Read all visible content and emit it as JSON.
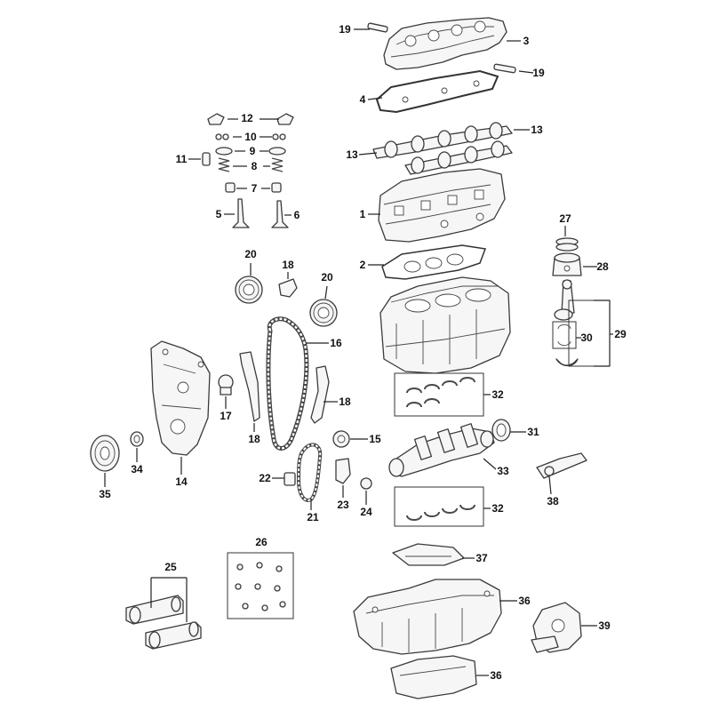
{
  "diagram": {
    "callouts": [
      {
        "id": "c19a",
        "text": "19"
      },
      {
        "id": "c3",
        "text": "3"
      },
      {
        "id": "c19b",
        "text": "19"
      },
      {
        "id": "c4",
        "text": "4"
      },
      {
        "id": "c13a",
        "text": "13"
      },
      {
        "id": "c13b",
        "text": "13"
      },
      {
        "id": "c1",
        "text": "1"
      },
      {
        "id": "c2",
        "text": "2"
      },
      {
        "id": "c12",
        "text": "12"
      },
      {
        "id": "c10",
        "text": "10"
      },
      {
        "id": "c9",
        "text": "9"
      },
      {
        "id": "c11",
        "text": "11"
      },
      {
        "id": "c8",
        "text": "8"
      },
      {
        "id": "c7",
        "text": "7"
      },
      {
        "id": "c5",
        "text": "5"
      },
      {
        "id": "c6",
        "text": "6"
      },
      {
        "id": "c20a",
        "text": "20"
      },
      {
        "id": "c18a",
        "text": "18"
      },
      {
        "id": "c20b",
        "text": "20"
      },
      {
        "id": "c16",
        "text": "16"
      },
      {
        "id": "c27",
        "text": "27"
      },
      {
        "id": "c28",
        "text": "28"
      },
      {
        "id": "c29",
        "text": "29"
      },
      {
        "id": "c30",
        "text": "30"
      },
      {
        "id": "c32a",
        "text": "32"
      },
      {
        "id": "c31",
        "text": "31"
      },
      {
        "id": "c17",
        "text": "17"
      },
      {
        "id": "c18b",
        "text": "18"
      },
      {
        "id": "c18c",
        "text": "18"
      },
      {
        "id": "c15",
        "text": "15"
      },
      {
        "id": "c34",
        "text": "34"
      },
      {
        "id": "c35",
        "text": "35"
      },
      {
        "id": "c14",
        "text": "14"
      },
      {
        "id": "c22",
        "text": "22"
      },
      {
        "id": "c21",
        "text": "21"
      },
      {
        "id": "c23",
        "text": "23"
      },
      {
        "id": "c24",
        "text": "24"
      },
      {
        "id": "c33",
        "text": "33"
      },
      {
        "id": "c38",
        "text": "38"
      },
      {
        "id": "c32b",
        "text": "32"
      },
      {
        "id": "c26",
        "text": "26"
      },
      {
        "id": "c37",
        "text": "37"
      },
      {
        "id": "c25",
        "text": "25"
      },
      {
        "id": "c36a",
        "text": "36"
      },
      {
        "id": "c39",
        "text": "39"
      },
      {
        "id": "c36b",
        "text": "36"
      }
    ]
  }
}
